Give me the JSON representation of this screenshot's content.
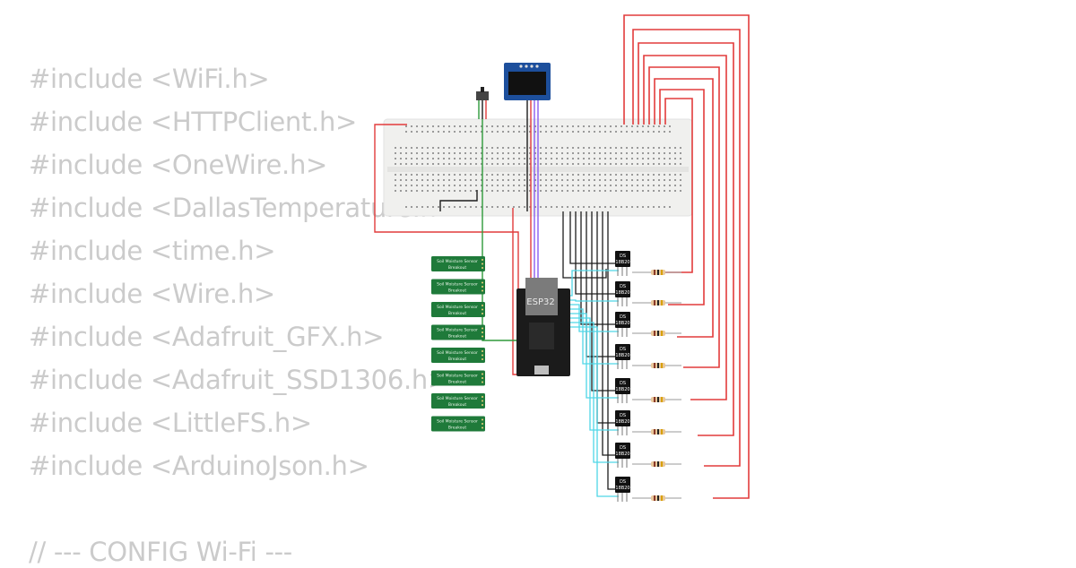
{
  "code_lines": [
    "#include <WiFi.h>",
    "#include <HTTPClient.h>",
    "#include <OneWire.h>",
    "#include <DallasTemperature.h>",
    "#include <time.h>",
    "#include <Wire.h>",
    "#include <Adafruit_GFX.h>",
    "#include <Adafruit_SSD1306.h>",
    "#include <LittleFS.h>",
    "#include <ArduinoJson.h>",
    "",
    "// --- CONFIG Wi-Fi ---"
  ],
  "board_label": "ESP32",
  "sensor_label_1": "Soil Moisture Sensor",
  "sensor_label_2": "Breakout",
  "sensor_count": 8,
  "ds_label_1": "DS",
  "ds_label_2": "18B20",
  "ds_count": 8,
  "colors": {
    "code_text": "#cbcbcb",
    "wire_red": "#e23b3b",
    "wire_black": "#1c1c1c",
    "wire_green": "#2e9a3a",
    "wire_cyan": "#4fd6e6",
    "wire_purple": "#8a5cf0",
    "sensor_green": "#1f7a3a",
    "oled_blue": "#1d4f9c"
  }
}
